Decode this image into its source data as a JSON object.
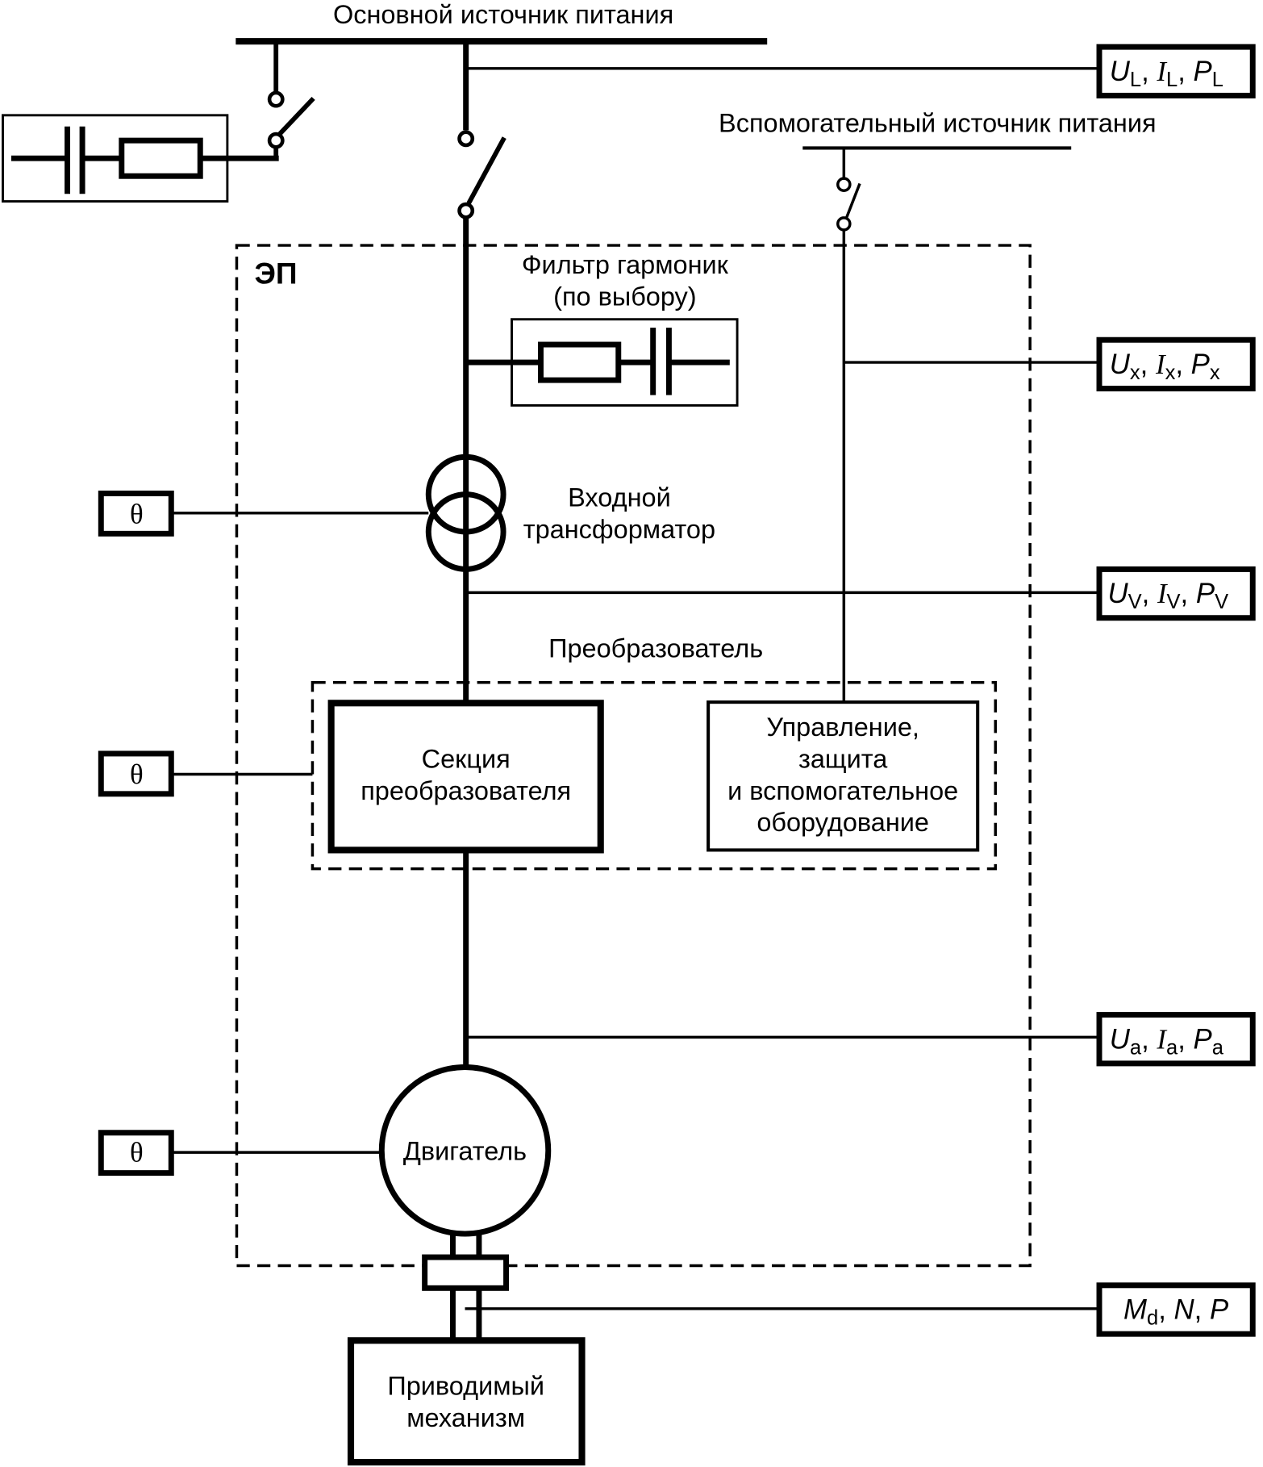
{
  "diagram": {
    "main_supply_label": "Основной источник питания",
    "aux_supply_label": "Вспомогательный источник питания",
    "ep_label": "ЭП",
    "filter_label_line1": "Фильтр гармоник",
    "filter_label_line2": "(по выбору)",
    "transformer_label_line1": "Входной",
    "transformer_label_line2": "трансформатор",
    "converter_label": "Преобразователь",
    "converter_section_line1": "Секция",
    "converter_section_line2": "преобразователя",
    "control_line1": "Управление,",
    "control_line2": "защита",
    "control_line3": "и вспомогательное",
    "control_line4": "оборудование",
    "motor_label": "Двигатель",
    "driven_line1": "Приводимый",
    "driven_line2": "механизм",
    "theta_symbol": "θ",
    "measurements": [
      {
        "id": "L",
        "U": "U",
        "I": "I",
        "P": "P",
        "sub": "L"
      },
      {
        "id": "x",
        "U": "U",
        "I": "I",
        "P": "P",
        "sub": "x"
      },
      {
        "id": "V",
        "U": "U",
        "I": "I",
        "P": "P",
        "sub": "V"
      },
      {
        "id": "a",
        "U": "U",
        "I": "I",
        "P": "P",
        "sub": "a"
      }
    ],
    "mech_measure": {
      "M": "M",
      "M_sub": "d",
      "N": "N",
      "P": "P"
    },
    "sep": ", "
  }
}
